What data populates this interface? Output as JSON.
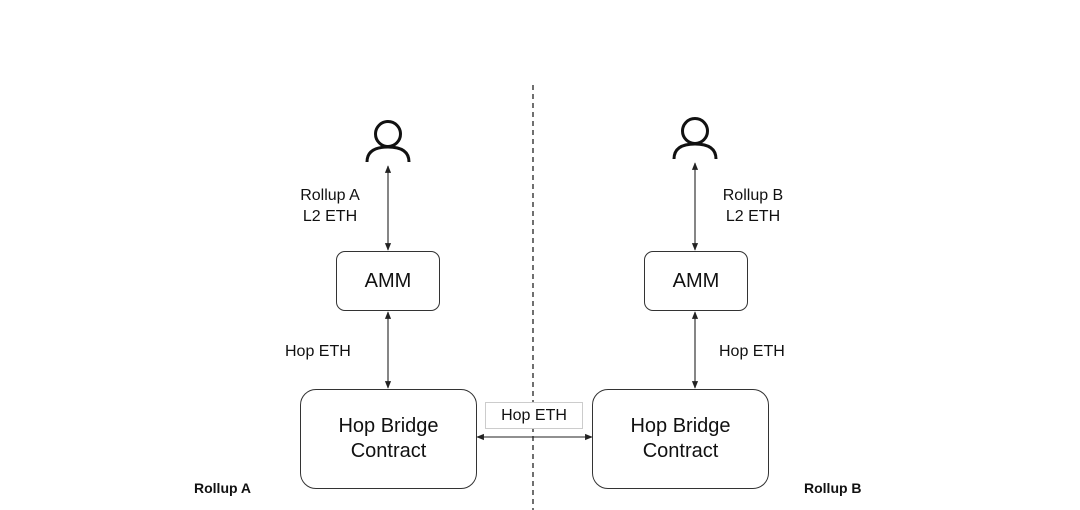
{
  "diagram": {
    "left": {
      "user_icon": "user-icon",
      "token_label_line1": "Rollup A",
      "token_label_line2": "L2 ETH",
      "amm_label": "AMM",
      "hop_label": "Hop ETH",
      "bridge_line1": "Hop Bridge",
      "bridge_line2": "Contract",
      "region_label": "Rollup A"
    },
    "right": {
      "user_icon": "user-icon",
      "token_label_line1": "Rollup B",
      "token_label_line2": "L2 ETH",
      "amm_label": "AMM",
      "hop_label": "Hop ETH",
      "bridge_line1": "Hop Bridge",
      "bridge_line2": "Contract",
      "region_label": "Rollup B"
    },
    "cross_label": "Hop ETH",
    "colors": {
      "stroke": "#333333",
      "text": "#111111",
      "divider": "#222222"
    }
  }
}
